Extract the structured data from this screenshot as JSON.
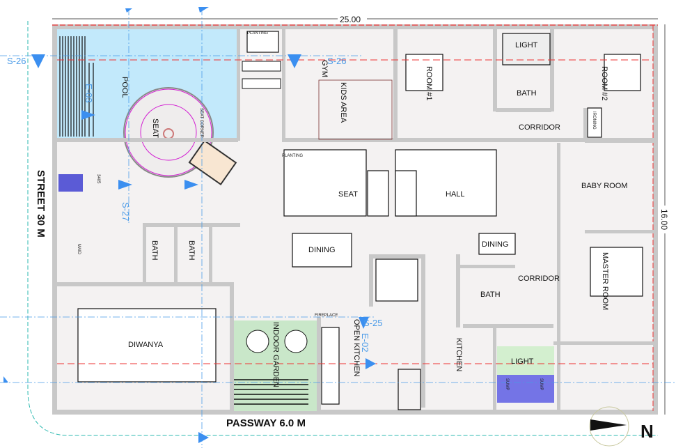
{
  "dimensions": {
    "width": "25.00",
    "height": "16.00"
  },
  "streets": {
    "street": "STREET 30 M",
    "passway": "PASSWAY 6.0 M"
  },
  "rooms": {
    "pool": "POOL",
    "seat_round": "SEAT",
    "seat_corner": "SEAT CORNER",
    "gym": "GYM",
    "kids_area": "KIDS AREA",
    "seat": "SEAT",
    "hall": "HALL",
    "room1": "ROOM #1",
    "bath_top": "BATH",
    "room2": "ROOM #2",
    "corridor_top": "CORRIDOR",
    "ironing": "IRONING",
    "baby_room": "BABY ROOM",
    "dining_center": "DINING",
    "dining_right": "DINING",
    "corridor_bottom": "CORRIDOR",
    "bath_right": "BATH",
    "master_room": "MASTER ROOM",
    "bath_left1": "BATH",
    "bath_left2": "BATH",
    "maid": "MAID",
    "diwanya": "DIWANYA",
    "indoor_garden": "INDOOR GARDEN",
    "open_kitchen": "OPEN KITCHEN",
    "kitchen": "KITCHEN",
    "light_top": "LIGHT",
    "light_bottom": "LIGHT",
    "sump1": "SUMP",
    "sump2": "SUMP",
    "planting1": "PLANTING",
    "planting2": "PLANTING",
    "fireplace": "FIREPLACE"
  },
  "section_marks": {
    "s26_left": "S-26",
    "s26_right": "S-26",
    "s27": "S-27",
    "s25": "S-25",
    "e02": "E-02",
    "e03": "E-03",
    "dim_3405": "3405"
  },
  "compass": {
    "north": "N"
  },
  "colors": {
    "pool": "#c2e9fb",
    "garden": "#c9e7c9",
    "sump": "#7474e6",
    "light": "#d3efcf",
    "wall": "#c8c8c8",
    "floor": "#f4f2f2",
    "section": "#4a9be8",
    "red_line": "#ee3333"
  }
}
